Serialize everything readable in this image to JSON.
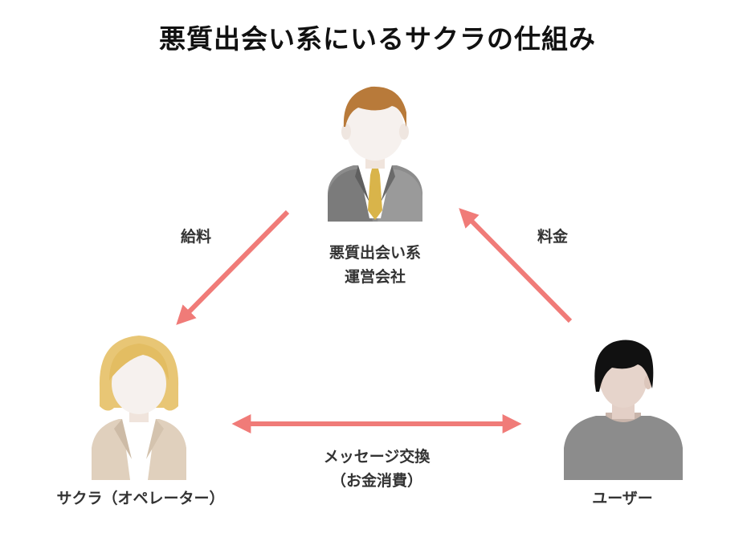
{
  "title": "悪質出会い系にいるサクラの仕組み",
  "nodes": {
    "company": {
      "line1": "悪質出会い系",
      "line2": "運営会社"
    },
    "sakura": {
      "label": "サクラ（オペレーター）"
    },
    "user": {
      "label": "ユーザー"
    }
  },
  "edges": {
    "salary": "給料",
    "fee": "料金",
    "exchange_line1": "メッセージ交換",
    "exchange_line2": "（お金消費）"
  },
  "colors": {
    "arrow": "#f07b78",
    "text": "#333333"
  }
}
